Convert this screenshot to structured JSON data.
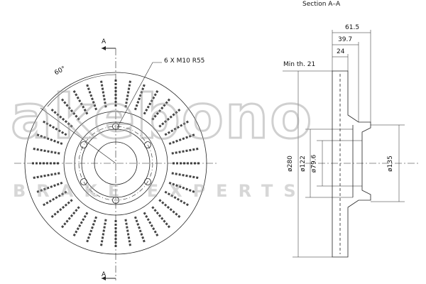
{
  "section_title": "Section A–A",
  "section_mark_top": "A",
  "section_mark_bottom": "A",
  "angle_label": "60°",
  "bolt_spec": "6 X M10 R55",
  "min_thickness": "Min th. 21",
  "dims": {
    "overall_width": "61.5",
    "hub_height": "39.7",
    "disc_thickness": "24",
    "dia_280": "ø280",
    "dia_122": "ø122",
    "dia_79_6": "ø79.6",
    "dia_135": "ø135"
  },
  "watermark": {
    "brand": "akebono",
    "tagline": "BRAKE EXPERTS"
  },
  "colors": {
    "line": "#222222",
    "watermark": "#969696"
  },
  "drawing": {
    "bolt_count": 6,
    "vent_slot_count": 36
  }
}
